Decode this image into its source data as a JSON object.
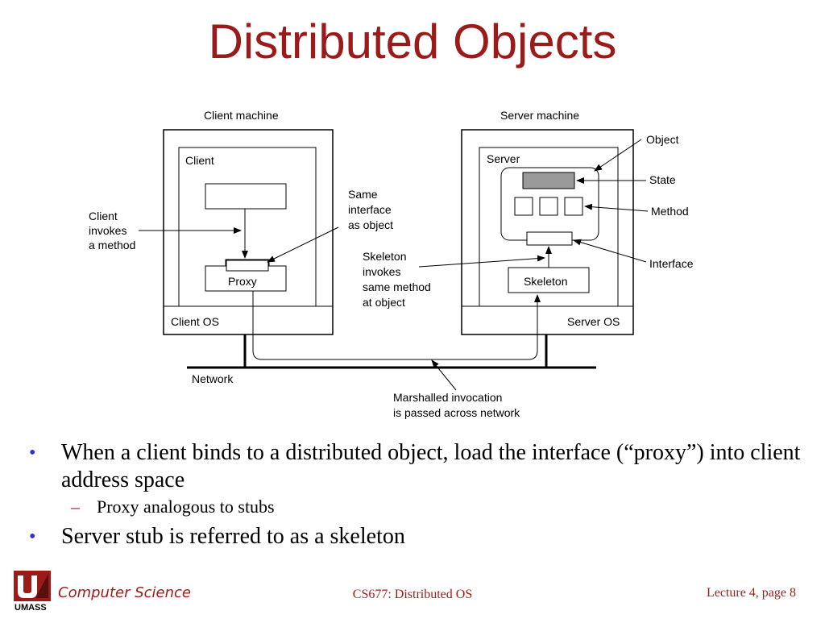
{
  "slide": {
    "title": "Distributed Objects"
  },
  "diagram": {
    "client_machine": "Client machine",
    "server_machine": "Server machine",
    "client": "Client",
    "server": "Server",
    "proxy": "Proxy",
    "skeleton": "Skeleton",
    "client_os": "Client OS",
    "server_os": "Server OS",
    "network": "Network",
    "client_invokes": [
      "Client",
      "invokes",
      "a method"
    ],
    "same_interface": [
      "Same",
      "interface",
      "as object"
    ],
    "skeleton_invokes": [
      "Skeleton",
      "invokes",
      "same method",
      "at object"
    ],
    "marshalled": [
      "Marshalled invocation",
      "is passed across network"
    ],
    "object": "Object",
    "state": "State",
    "method": "Method",
    "interface": "Interface"
  },
  "bullets": [
    {
      "text": "When a client binds to a distributed object, load the interface (“proxy”) into client address space"
    },
    {
      "text": "Proxy analogous to stubs",
      "level": 2
    },
    {
      "text": "Server stub is referred to as a skeleton"
    }
  ],
  "footer": {
    "logo_text": "UMASS",
    "department": "Computer Science",
    "course": "CS677: Distributed OS",
    "page": "Lecture 4, page 8"
  }
}
